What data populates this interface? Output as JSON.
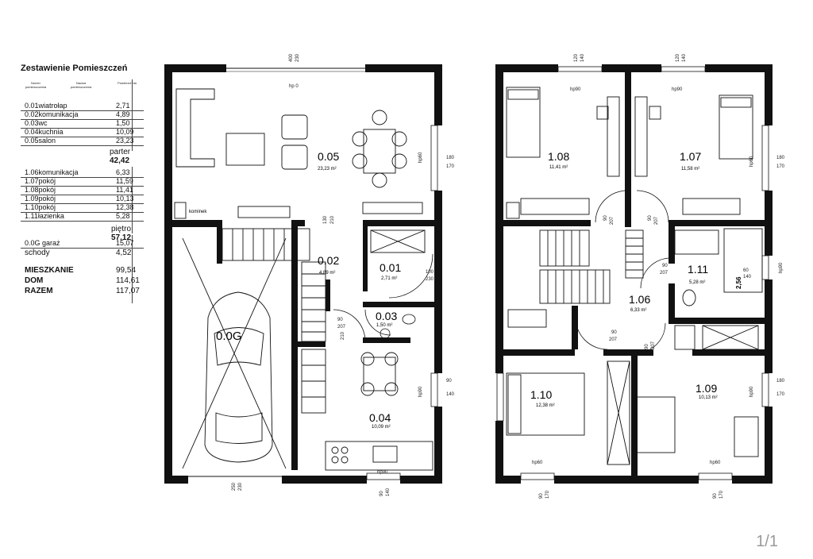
{
  "legend": {
    "title": "Zestawienie Pomieszczeń",
    "headers": [
      "Numer pomieszczenia",
      "Nazwa pomieszczenia",
      "Powierzchnia"
    ],
    "ground_floor": [
      {
        "num": "0.01",
        "name": "wiatrołap",
        "area": "2,71"
      },
      {
        "num": "0.02",
        "name": "komunikacja",
        "area": "4,89"
      },
      {
        "num": "0.03",
        "name": "wc",
        "area": "1,50"
      },
      {
        "num": "0.04",
        "name": "kuchnia",
        "area": "10,09"
      },
      {
        "num": "0.05",
        "name": "salon",
        "area": "23,23"
      }
    ],
    "ground_total_label": "parter",
    "ground_total": "42,42",
    "first_floor": [
      {
        "num": "1.06",
        "name": "komunikacja",
        "area": "6,33"
      },
      {
        "num": "1.07",
        "name": "pokój",
        "area": "11,59"
      },
      {
        "num": "1.08",
        "name": "pokój",
        "area": "11,41"
      },
      {
        "num": "1.09",
        "name": "pokój",
        "area": "10,13"
      },
      {
        "num": "1.10",
        "name": "pokój",
        "area": "12,38"
      },
      {
        "num": "1.11",
        "name": "łazienka",
        "area": "5,28"
      }
    ],
    "first_total_label": "piętro",
    "first_total": "57,12",
    "garage": {
      "num": "0.0G",
      "name": "garaż",
      "area": "15,07"
    },
    "stairs": {
      "name": "schody",
      "area": "4,52"
    },
    "totals": [
      {
        "label": "MIESZKANIE",
        "value": "99,54"
      },
      {
        "label": "DOM",
        "value": "114,61"
      },
      {
        "label": "RAZEM",
        "value": "117,07"
      }
    ]
  },
  "ground_plan": {
    "rooms": [
      {
        "id": "0.05",
        "area": "23,23 m²"
      },
      {
        "id": "0.02",
        "area": "4,89 m²"
      },
      {
        "id": "0.01",
        "area": "2,71 m²"
      },
      {
        "id": "0.03",
        "area": "1,50 m²"
      },
      {
        "id": "0.04",
        "area": "10,09 m²"
      },
      {
        "id": "0.0G",
        "area": ""
      }
    ],
    "kominek_label": "kominek",
    "hp_labels": [
      "hp 0",
      "hp60",
      "hp90",
      "hp90"
    ],
    "dims": [
      "400",
      "230",
      "180",
      "170",
      "130",
      "210",
      "100",
      "230",
      "90",
      "207",
      "210",
      "90",
      "140",
      "250",
      "230",
      "90",
      "140"
    ]
  },
  "first_plan": {
    "rooms": [
      {
        "id": "1.08",
        "area": "11,41 m²"
      },
      {
        "id": "1.07",
        "area": "11,58 m²"
      },
      {
        "id": "1.11",
        "area": "5,28 m²"
      },
      {
        "id": "1.06",
        "area": "6,33 m²"
      },
      {
        "id": "1.10",
        "area": "12,38 m²"
      },
      {
        "id": "1.09",
        "area": "10,13 m²"
      }
    ],
    "hp_labels": [
      "hp90",
      "hp90",
      "hp60",
      "hp90",
      "hp90",
      "hp60",
      "hp60"
    ],
    "dims": [
      "120",
      "140",
      "120",
      "140",
      "180",
      "170",
      "90",
      "207",
      "90",
      "207",
      "90",
      "207",
      "90",
      "207",
      "60",
      "140",
      "90",
      "207",
      "180",
      "170",
      "90",
      "170",
      "90",
      "170"
    ],
    "stair_tag": "2,56"
  },
  "page_number": "1/1"
}
